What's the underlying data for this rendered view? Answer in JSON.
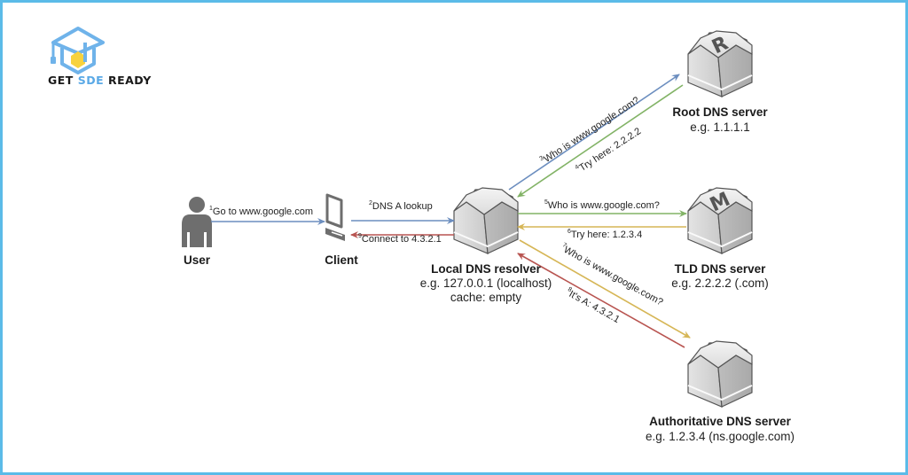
{
  "brand": {
    "logo_prefix": "GET ",
    "logo_accent": "SDE",
    "logo_suffix": " READY",
    "accent_color": "#5aa9e6",
    "logo_yellow": "#f7d23e"
  },
  "frame_color": "#5bbbe8",
  "nodes": {
    "user": {
      "title": "User",
      "icon": "person-icon"
    },
    "client": {
      "title": "Client",
      "icon": "computer-icon"
    },
    "resolver": {
      "title": "Local DNS resolver",
      "lines": [
        "e.g. 127.0.0.1 (localhost)",
        "cache: empty"
      ],
      "icon": "server-icon"
    },
    "root": {
      "title": "Root DNS server",
      "lines": [
        "e.g. 1.1.1.1"
      ],
      "glyph": "R",
      "icon": "server-r-icon"
    },
    "tld": {
      "title": "TLD DNS server",
      "lines": [
        "e.g. 2.2.2.2 (.com)"
      ],
      "glyph": "M",
      "icon": "server-m-icon"
    },
    "auth": {
      "title": "Authoritative DNS server",
      "lines": [
        "e.g. 1.2.3.4 (ns.google.com)"
      ],
      "icon": "server-icon"
    }
  },
  "arrows": [
    {
      "step": "1",
      "text": "Go to www.google.com",
      "from": "user",
      "to": "client",
      "color": "#6c8ebf"
    },
    {
      "step": "2",
      "text": "DNS A lookup",
      "from": "client",
      "to": "resolver",
      "color": "#6c8ebf"
    },
    {
      "step": "3",
      "text": "Who is www.google.com?",
      "from": "resolver",
      "to": "root",
      "color": "#6c8ebf"
    },
    {
      "step": "4",
      "text": "Try here: 2.2.2.2",
      "from": "root",
      "to": "resolver",
      "color": "#82b366"
    },
    {
      "step": "5",
      "text": "Who is www.google.com?",
      "from": "resolver",
      "to": "tld",
      "color": "#82b366"
    },
    {
      "step": "6",
      "text": "Try here: 1.2.3.4",
      "from": "tld",
      "to": "resolver",
      "color": "#d6b656"
    },
    {
      "step": "7",
      "text": "Who is www.google.com?",
      "from": "resolver",
      "to": "auth",
      "color": "#d6b656"
    },
    {
      "step": "8",
      "text": "It's A: 4.3.2.1",
      "from": "auth",
      "to": "resolver",
      "color": "#b85450"
    },
    {
      "step": "9",
      "text": "Connect to 4.3.2.1",
      "from": "resolver",
      "to": "client",
      "color": "#b85450"
    }
  ]
}
